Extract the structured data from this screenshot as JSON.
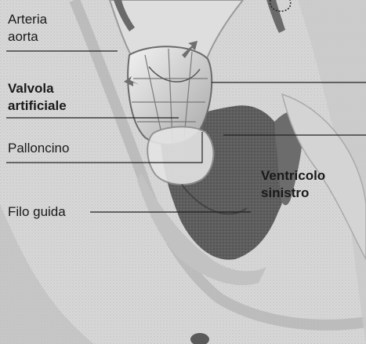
{
  "labels": {
    "aorta_line1": "Arteria",
    "aorta_line2": "aorta",
    "valve_line1": "Valvola",
    "valve_line2": "artificiale",
    "balloon": "Palloncino",
    "ventricle_line1": "Ventricolo",
    "ventricle_line2": "sinistro",
    "guidewire": "Filo guida"
  },
  "colors": {
    "background": "#e9e9e9",
    "tissue": "#cfcfcf",
    "tissue_dark": "#8a8a8a",
    "cavity": "#5b5b5b",
    "leader_line": "#222222"
  }
}
